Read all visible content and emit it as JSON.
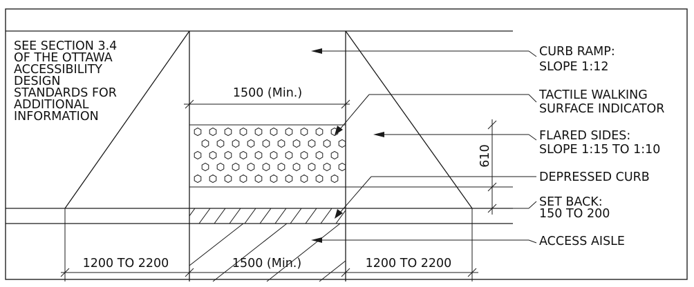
{
  "note": {
    "lines": [
      "SEE SECTION 3.4",
      "OF THE OTTAWA",
      "ACCESSIBILITY",
      "DESIGN",
      "STANDARDS FOR",
      "ADDITIONAL",
      "INFORMATION"
    ]
  },
  "callouts": {
    "curb_ramp": {
      "line1": "CURB RAMP:",
      "line2": "SLOPE 1:12"
    },
    "tactile": {
      "line1": "TACTILE WALKING",
      "line2": "SURFACE INDICATOR"
    },
    "flared": {
      "line1": "FLARED SIDES:",
      "line2": "SLOPE 1:15 TO 1:10"
    },
    "depressed_curb": {
      "line1": "DEPRESSED CURB"
    },
    "set_back": {
      "line1": "SET BACK:",
      "line2": "150 TO 200"
    },
    "access_aisle": {
      "line1": "ACCESS AISLE"
    }
  },
  "dimensions": {
    "top_width": "1500 (Min.)",
    "tactile_depth": "610",
    "left_flare": "1200 TO 2200",
    "bottom_width": "1500 (Min.)",
    "right_flare": "1200 TO 2200"
  },
  "colors": {
    "line": "#1a1a1a",
    "background": "#ffffff"
  }
}
